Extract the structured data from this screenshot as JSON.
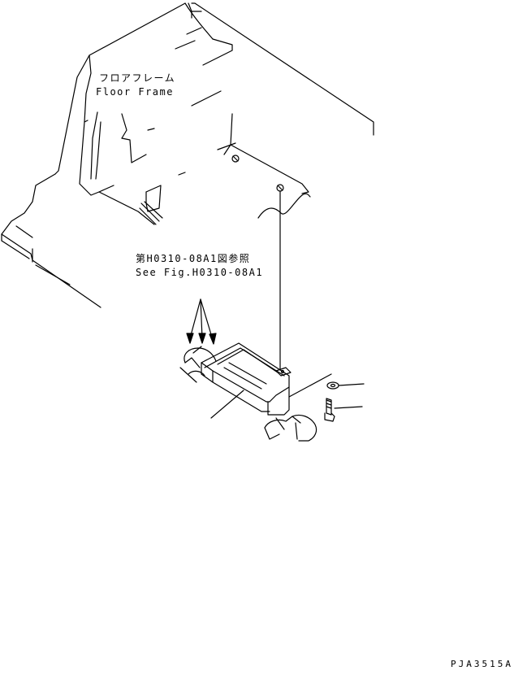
{
  "labels": {
    "floor_frame_jp": "フロアフレーム",
    "floor_frame_en": "Floor Frame",
    "see_fig_jp": "第H0310-08A1図参照",
    "see_fig_en": "See Fig.H0310-08A1",
    "drawing_code": "PJA3515A"
  },
  "colors": {
    "line": "#000000",
    "background": "#ffffff"
  }
}
